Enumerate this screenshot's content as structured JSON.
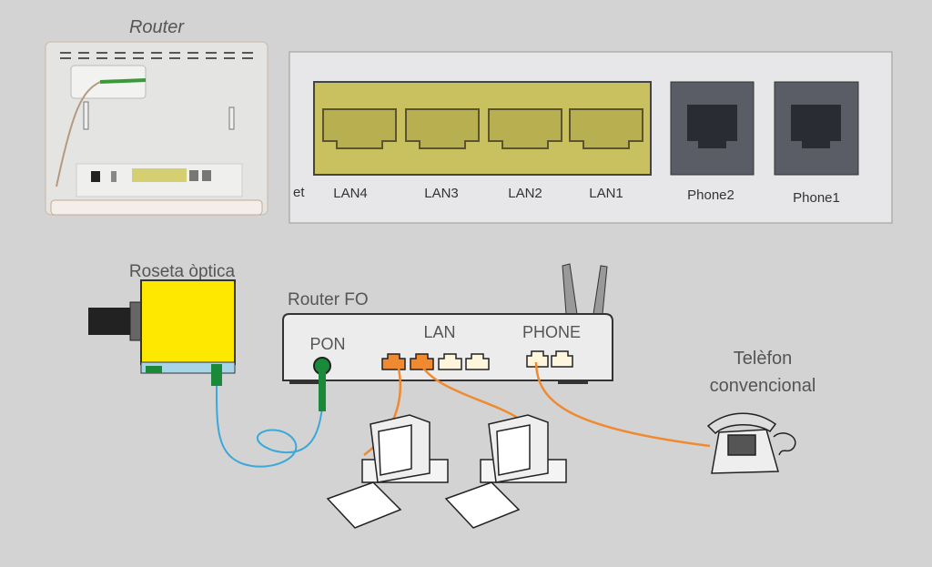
{
  "photo_section": {
    "router_title": "Router",
    "panel_labels": {
      "partial": "et",
      "lan4": "LAN4",
      "lan3": "LAN3",
      "lan2": "LAN2",
      "lan1": "LAN1",
      "phone2": "Phone2",
      "phone1": "Phone1"
    }
  },
  "diagram": {
    "roseta_label": "Roseta òptica",
    "router_label": "Router FO",
    "pon_label": "PON",
    "lan_label": "LAN",
    "phone_label": "PHONE",
    "telephone_label_line1": "Telèfon",
    "telephone_label_line2": "convencional"
  },
  "colors": {
    "background": "#d3d3d3",
    "lan_port_yellow": "#c9c060",
    "rosette_yellow": "#ffe800",
    "fiber_blue": "#3aa8d8",
    "ethernet_orange": "#f08a30",
    "pon_green": "#1a8a3a"
  }
}
